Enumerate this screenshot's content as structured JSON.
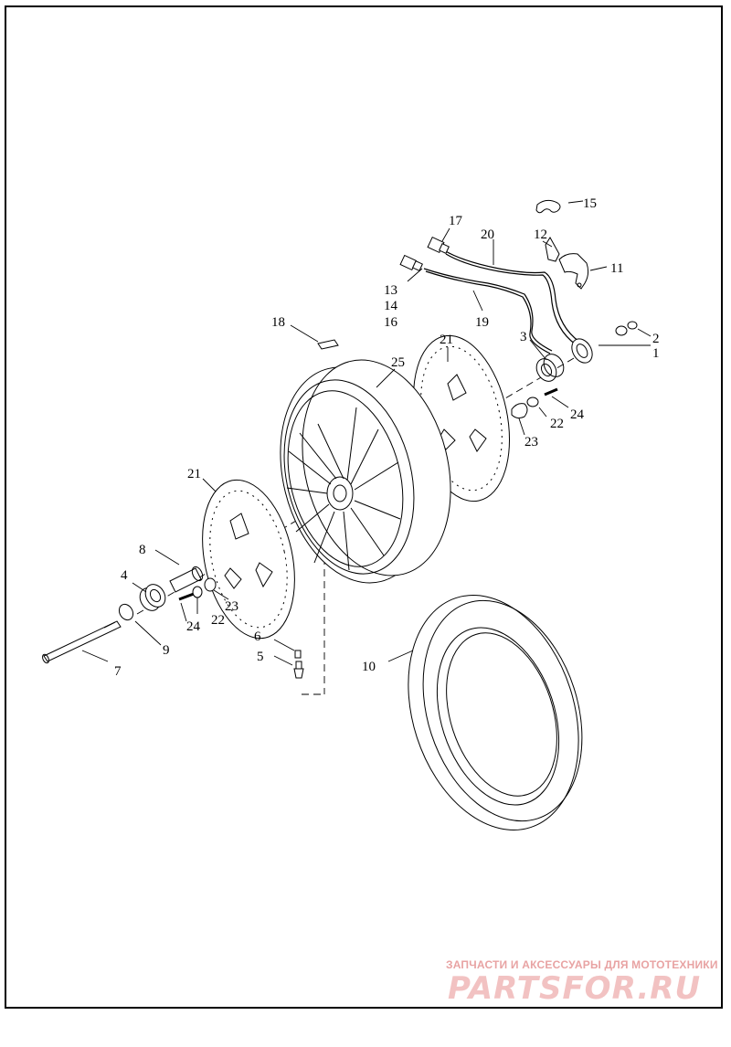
{
  "callouts": [
    {
      "id": "c1",
      "text": "1"
    },
    {
      "id": "c2",
      "text": "2"
    },
    {
      "id": "c3",
      "text": "3"
    },
    {
      "id": "c4",
      "text": "4"
    },
    {
      "id": "c5",
      "text": "5"
    },
    {
      "id": "c6",
      "text": "6"
    },
    {
      "id": "c7",
      "text": "7"
    },
    {
      "id": "c8",
      "text": "8"
    },
    {
      "id": "c9",
      "text": "9"
    },
    {
      "id": "c10",
      "text": "10"
    },
    {
      "id": "c11",
      "text": "11"
    },
    {
      "id": "c12",
      "text": "12"
    },
    {
      "id": "c13",
      "text": "13"
    },
    {
      "id": "c14",
      "text": "14"
    },
    {
      "id": "c15",
      "text": "15"
    },
    {
      "id": "c16",
      "text": "16"
    },
    {
      "id": "c17",
      "text": "17"
    },
    {
      "id": "c18",
      "text": "18"
    },
    {
      "id": "c19",
      "text": "19"
    },
    {
      "id": "c20",
      "text": "20"
    },
    {
      "id": "c21a",
      "text": "21"
    },
    {
      "id": "c21b",
      "text": "21"
    },
    {
      "id": "c22a",
      "text": "22"
    },
    {
      "id": "c22b",
      "text": "22"
    },
    {
      "id": "c23a",
      "text": "23"
    },
    {
      "id": "c23b",
      "text": "23"
    },
    {
      "id": "c24a",
      "text": "24"
    },
    {
      "id": "c24b",
      "text": "24"
    },
    {
      "id": "c25",
      "text": "25"
    }
  ],
  "watermark": {
    "caption": "ЗАПЧАСТИ И АКСЕССУАРЫ ДЛЯ МОТОТЕХНИКИ",
    "logo": "PARTSFOR.RU",
    "color": "#e8a3a3"
  }
}
